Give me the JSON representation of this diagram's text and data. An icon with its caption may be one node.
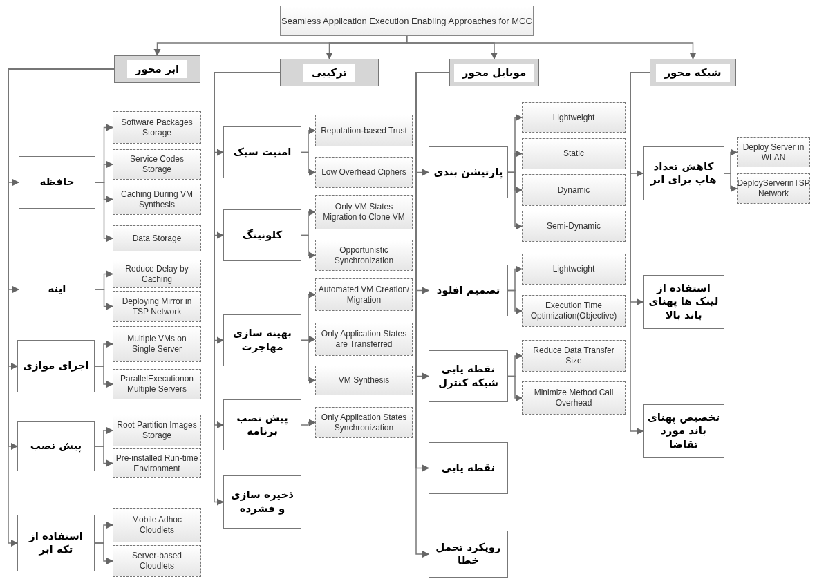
{
  "diagram": {
    "nodes": [
      {
        "text": [
          "Seamless Application Execution Enabling Approaches for MCC"
        ]
      },
      {
        "text": [
          "ابر محور"
        ]
      },
      {
        "text": [
          "ترکیبی"
        ]
      },
      {
        "text": [
          "موبایل محور"
        ]
      },
      {
        "text": [
          "شبکه محور"
        ]
      },
      {
        "text": [
          "حافظه"
        ]
      },
      {
        "text": [
          "Software Packages Storage"
        ]
      },
      {
        "text": [
          "Service Codes Storage"
        ]
      },
      {
        "text": [
          "Caching During VM Synthesis"
        ]
      },
      {
        "text": [
          "Data Storage"
        ]
      },
      {
        "text": [
          "اینه"
        ]
      },
      {
        "text": [
          "Reduce Delay by Caching"
        ]
      },
      {
        "text": [
          "Deploying Mirror in TSP Network"
        ]
      },
      {
        "text": [
          "اجرای موازی"
        ]
      },
      {
        "text": [
          "Multiple VMs on Single Server"
        ]
      },
      {
        "text": [
          "ParallelExecutionon Multiple Servers"
        ]
      },
      {
        "text": [
          "پیش نصب"
        ]
      },
      {
        "text": [
          "Root Partition Images Storage"
        ]
      },
      {
        "text": [
          "Pre-installed Run-time Environment"
        ]
      },
      {
        "text": [
          "استفاده از تکه ابر"
        ]
      },
      {
        "text": [
          "Mobile Adhoc Cloudlets"
        ]
      },
      {
        "text": [
          "Server-based Cloudlets"
        ]
      },
      {
        "text": [
          "امنیت سبک"
        ]
      },
      {
        "text": [
          "Reputation-based Trust"
        ]
      },
      {
        "text": [
          "Low Overhead Ciphers"
        ]
      },
      {
        "text": [
          "کلونینگ"
        ]
      },
      {
        "text": [
          "Only VM States Migration to Clone VM"
        ]
      },
      {
        "text": [
          "Opportunistic Synchronization"
        ]
      },
      {
        "text": [
          "بهینه سازی مهاجرت"
        ]
      },
      {
        "text": [
          "Automated VM Creation/ Migration"
        ]
      },
      {
        "text": [
          "Only Application States are Transferred"
        ]
      },
      {
        "text": [
          "VM Synthesis"
        ]
      },
      {
        "text": [
          "پیش نصب برنامه"
        ]
      },
      {
        "text": [
          "Only Application States Synchronization"
        ]
      },
      {
        "text": [
          "ذخیره سازی و فشرده"
        ]
      },
      {
        "text": [
          "پارتیشن بندی"
        ]
      },
      {
        "text": [
          "Lightweight"
        ]
      },
      {
        "text": [
          "Static"
        ]
      },
      {
        "text": [
          "Dynamic"
        ]
      },
      {
        "text": [
          "Semi-Dynamic"
        ]
      },
      {
        "text": [
          "تصمیم افلود"
        ]
      },
      {
        "text": [
          "Lightweight"
        ]
      },
      {
        "text": [
          "Execution Time Optimization(Objective)"
        ]
      },
      {
        "text": [
          "نقطه یابی شبکه کنترل"
        ]
      },
      {
        "text": [
          "Reduce Data Transfer Size"
        ]
      },
      {
        "text": [
          "Minimize Method Call Overhead"
        ]
      },
      {
        "text": [
          "نقطه یابی"
        ]
      },
      {
        "text": [
          "رویکرد تحمل خطا"
        ]
      },
      {
        "text": [
          "کاهش تعداد هاپ برای ابر"
        ]
      },
      {
        "text": [
          "Deploy Server in WLAN"
        ]
      },
      {
        "text": [
          "DeployServerinTSP Network"
        ]
      },
      {
        "text": [
          "استفاده از لینک ها پهنای باند بالا"
        ]
      },
      {
        "text": [
          "تخصیص پهنای باند مورد تقاضا"
        ]
      }
    ],
    "edges": [
      {
        "from": 0,
        "to": 1,
        "arrow": "to"
      },
      {
        "from": 0,
        "to": 2,
        "arrow": "to"
      },
      {
        "from": 0,
        "to": 3,
        "arrow": "to"
      },
      {
        "from": 0,
        "to": 4,
        "arrow": "to"
      },
      {
        "from": 1,
        "to": 5,
        "arrow": "to"
      },
      {
        "from": 1,
        "to": 10,
        "arrow": "to"
      },
      {
        "from": 1,
        "to": 13,
        "arrow": "to"
      },
      {
        "from": 1,
        "to": 16,
        "arrow": "to"
      },
      {
        "from": 1,
        "to": 19,
        "arrow": "to"
      },
      {
        "from": 5,
        "to": 6,
        "arrow": "to"
      },
      {
        "from": 5,
        "to": 7,
        "arrow": "to"
      },
      {
        "from": 5,
        "to": 8,
        "arrow": "to"
      },
      {
        "from": 5,
        "to": 9,
        "arrow": "to"
      },
      {
        "from": 10,
        "to": 11,
        "arrow": "to"
      },
      {
        "from": 10,
        "to": 12,
        "arrow": "to"
      },
      {
        "from": 13,
        "to": 14,
        "arrow": "to"
      },
      {
        "from": 13,
        "to": 15,
        "arrow": "to"
      },
      {
        "from": 16,
        "to": 17,
        "arrow": "to"
      },
      {
        "from": 16,
        "to": 18,
        "arrow": "to"
      },
      {
        "from": 19,
        "to": 20,
        "arrow": "to"
      },
      {
        "from": 19,
        "to": 21,
        "arrow": "to"
      },
      {
        "from": 2,
        "to": 22,
        "arrow": "to"
      },
      {
        "from": 2,
        "to": 25,
        "arrow": "to"
      },
      {
        "from": 2,
        "to": 28,
        "arrow": "to"
      },
      {
        "from": 2,
        "to": 32,
        "arrow": "to"
      },
      {
        "from": 2,
        "to": 34,
        "arrow": "to"
      },
      {
        "from": 22,
        "to": 23,
        "arrow": "to"
      },
      {
        "from": 22,
        "to": 24,
        "arrow": "to"
      },
      {
        "from": 25,
        "to": 26,
        "arrow": "to"
      },
      {
        "from": 25,
        "to": 27,
        "arrow": "to"
      },
      {
        "from": 28,
        "to": 29,
        "arrow": "to"
      },
      {
        "from": 28,
        "to": 30,
        "arrow": "to"
      },
      {
        "from": 28,
        "to": 31,
        "arrow": "to"
      },
      {
        "from": 32,
        "to": 33,
        "arrow": "to"
      },
      {
        "from": 3,
        "to": 35,
        "arrow": "to"
      },
      {
        "from": 3,
        "to": 40,
        "arrow": "to"
      },
      {
        "from": 3,
        "to": 43,
        "arrow": "to"
      },
      {
        "from": 3,
        "to": 46,
        "arrow": "to"
      },
      {
        "from": 3,
        "to": 47,
        "arrow": "to"
      },
      {
        "from": 35,
        "to": 36,
        "arrow": "to"
      },
      {
        "from": 35,
        "to": 37,
        "arrow": "to"
      },
      {
        "from": 35,
        "to": 38,
        "arrow": "to"
      },
      {
        "from": 35,
        "to": 39,
        "arrow": "to"
      },
      {
        "from": 40,
        "to": 41,
        "arrow": "to"
      },
      {
        "from": 40,
        "to": 42,
        "arrow": "to"
      },
      {
        "from": 43,
        "to": 44,
        "arrow": "to"
      },
      {
        "from": 43,
        "to": 45,
        "arrow": "to"
      },
      {
        "from": 4,
        "to": 48,
        "arrow": "to"
      },
      {
        "from": 4,
        "to": 51,
        "arrow": "to"
      },
      {
        "from": 4,
        "to": 52,
        "arrow": "to"
      },
      {
        "from": 48,
        "to": 49,
        "arrow": "to"
      },
      {
        "from": 48,
        "to": 50,
        "arrow": "to"
      }
    ]
  }
}
